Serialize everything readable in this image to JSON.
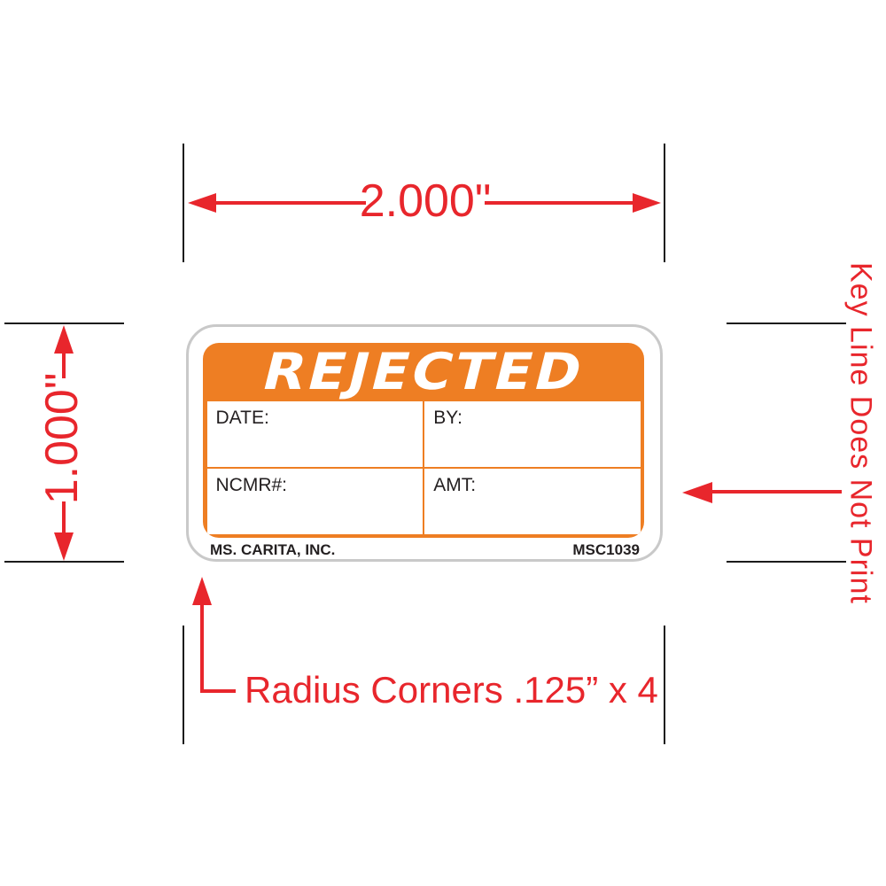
{
  "proof": {
    "dimension_width": "2.000\"",
    "dimension_height": "1.000\"",
    "keyline_note": "Key Line Does Not Print",
    "radius_note": "Radius Corners .125” x 4",
    "colors": {
      "annotation_red": "#e8262c",
      "label_orange": "#ee7e23",
      "keyline_gray": "#c9c9c9",
      "text_black": "#231f20"
    }
  },
  "label": {
    "title": "REJECTED",
    "fields": [
      "DATE:",
      "BY:",
      "NCMR#:",
      "AMT:"
    ],
    "footer_left": "MS. CARITA, INC.",
    "footer_right": "MSC1039"
  }
}
